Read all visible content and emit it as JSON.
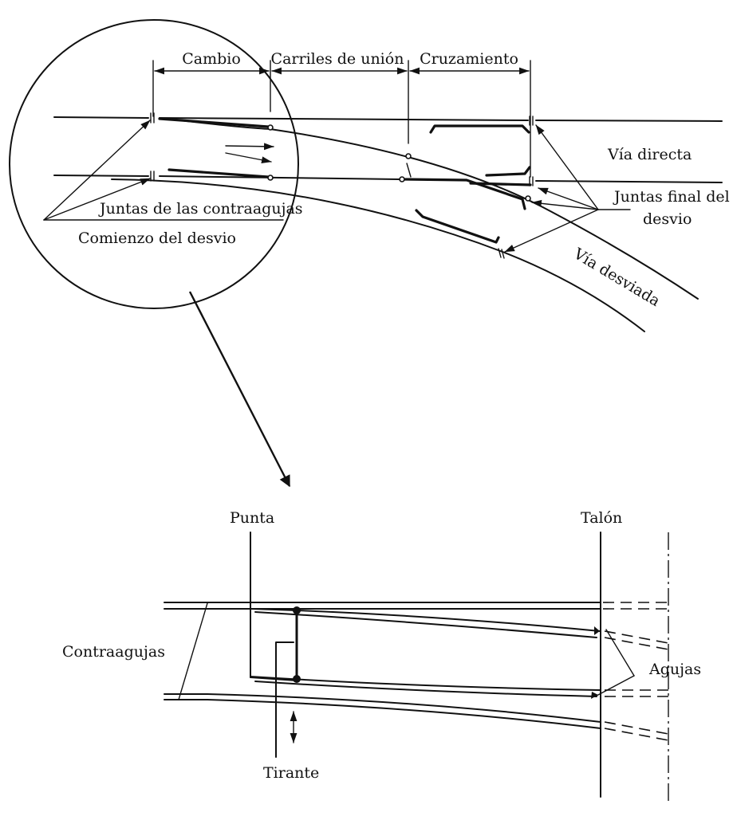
{
  "top": {
    "sections": {
      "cambio": "Cambio",
      "carriles_union": "Carriles de unión",
      "cruzamiento": "Cruzamiento"
    },
    "via_directa": "Vía directa",
    "via_desviada": "Vía desviada",
    "juntas_final_line1": "Juntas final del",
    "juntas_final_line2": "desvio",
    "juntas_contraagujas": "Juntas de las contraagujas",
    "comienzo_desvio": "Comienzo del desvio"
  },
  "bottom": {
    "punta": "Punta",
    "talon": "Talón",
    "contraagujas": "Contraagujas",
    "agujas": "Agujas",
    "tirante": "Tirante"
  }
}
